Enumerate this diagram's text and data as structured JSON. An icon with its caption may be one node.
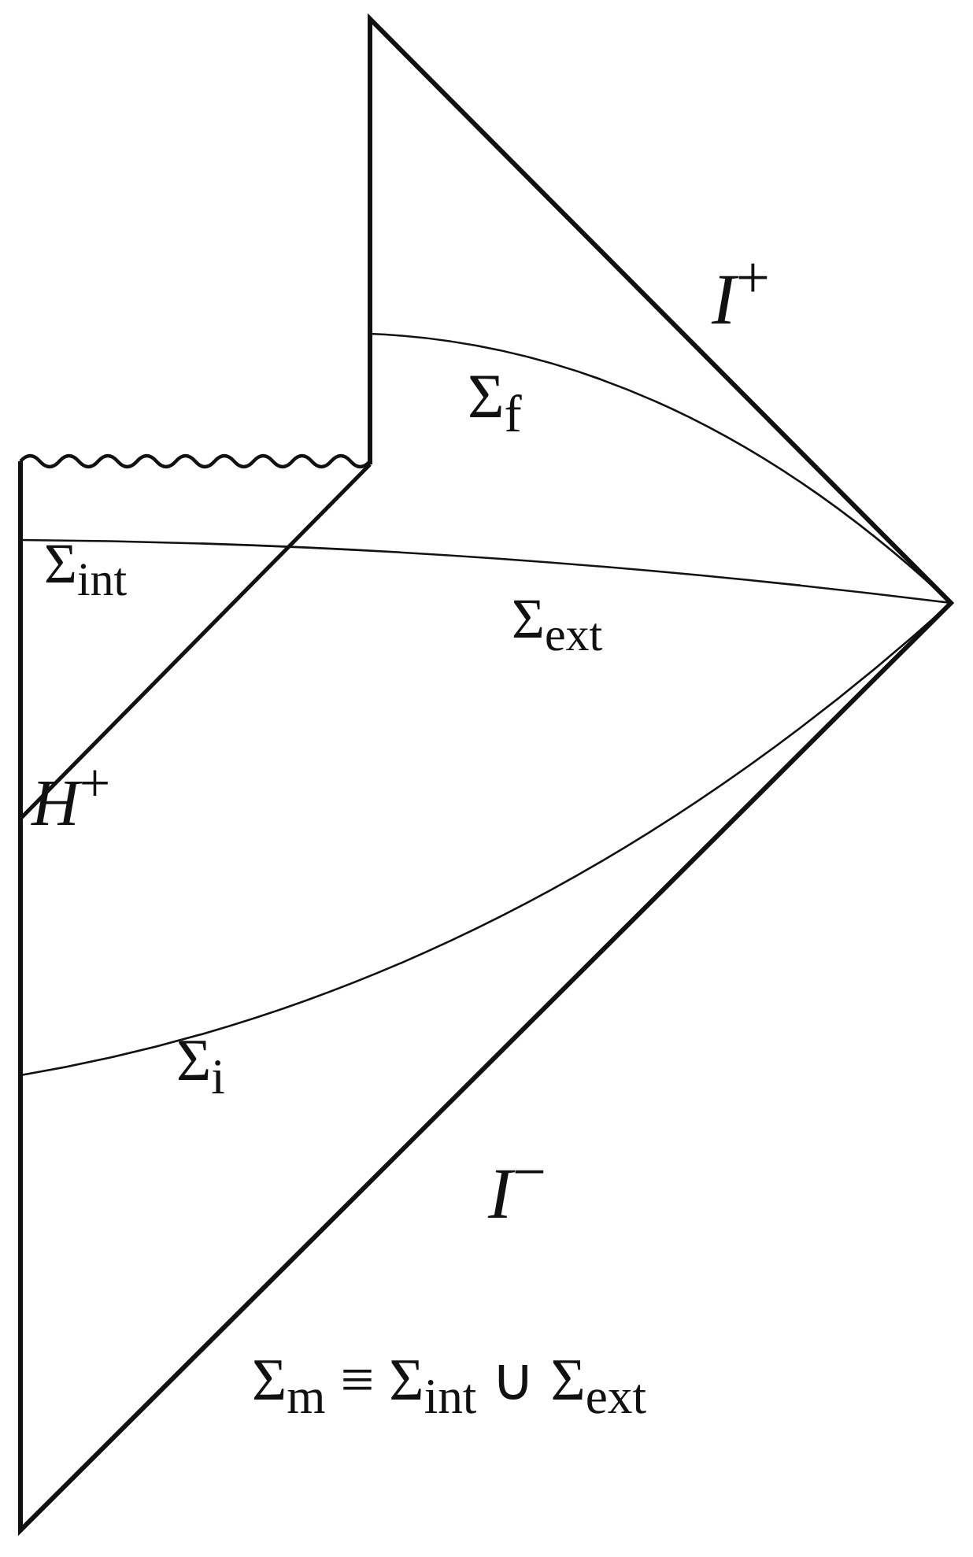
{
  "diagram": {
    "labels": [
      "*I*$^{+}$",
      "Σ$_{f}$",
      "Σ$_{int}$",
      "Σ$_{ext}$",
      "*H*$^{+}$",
      "Σ$_{i}$",
      "*I*$^{−}$",
      "Σ$_{m}$ ≡ Σ$_{int}$ ∪ Σ$_{ext}$"
    ]
  }
}
